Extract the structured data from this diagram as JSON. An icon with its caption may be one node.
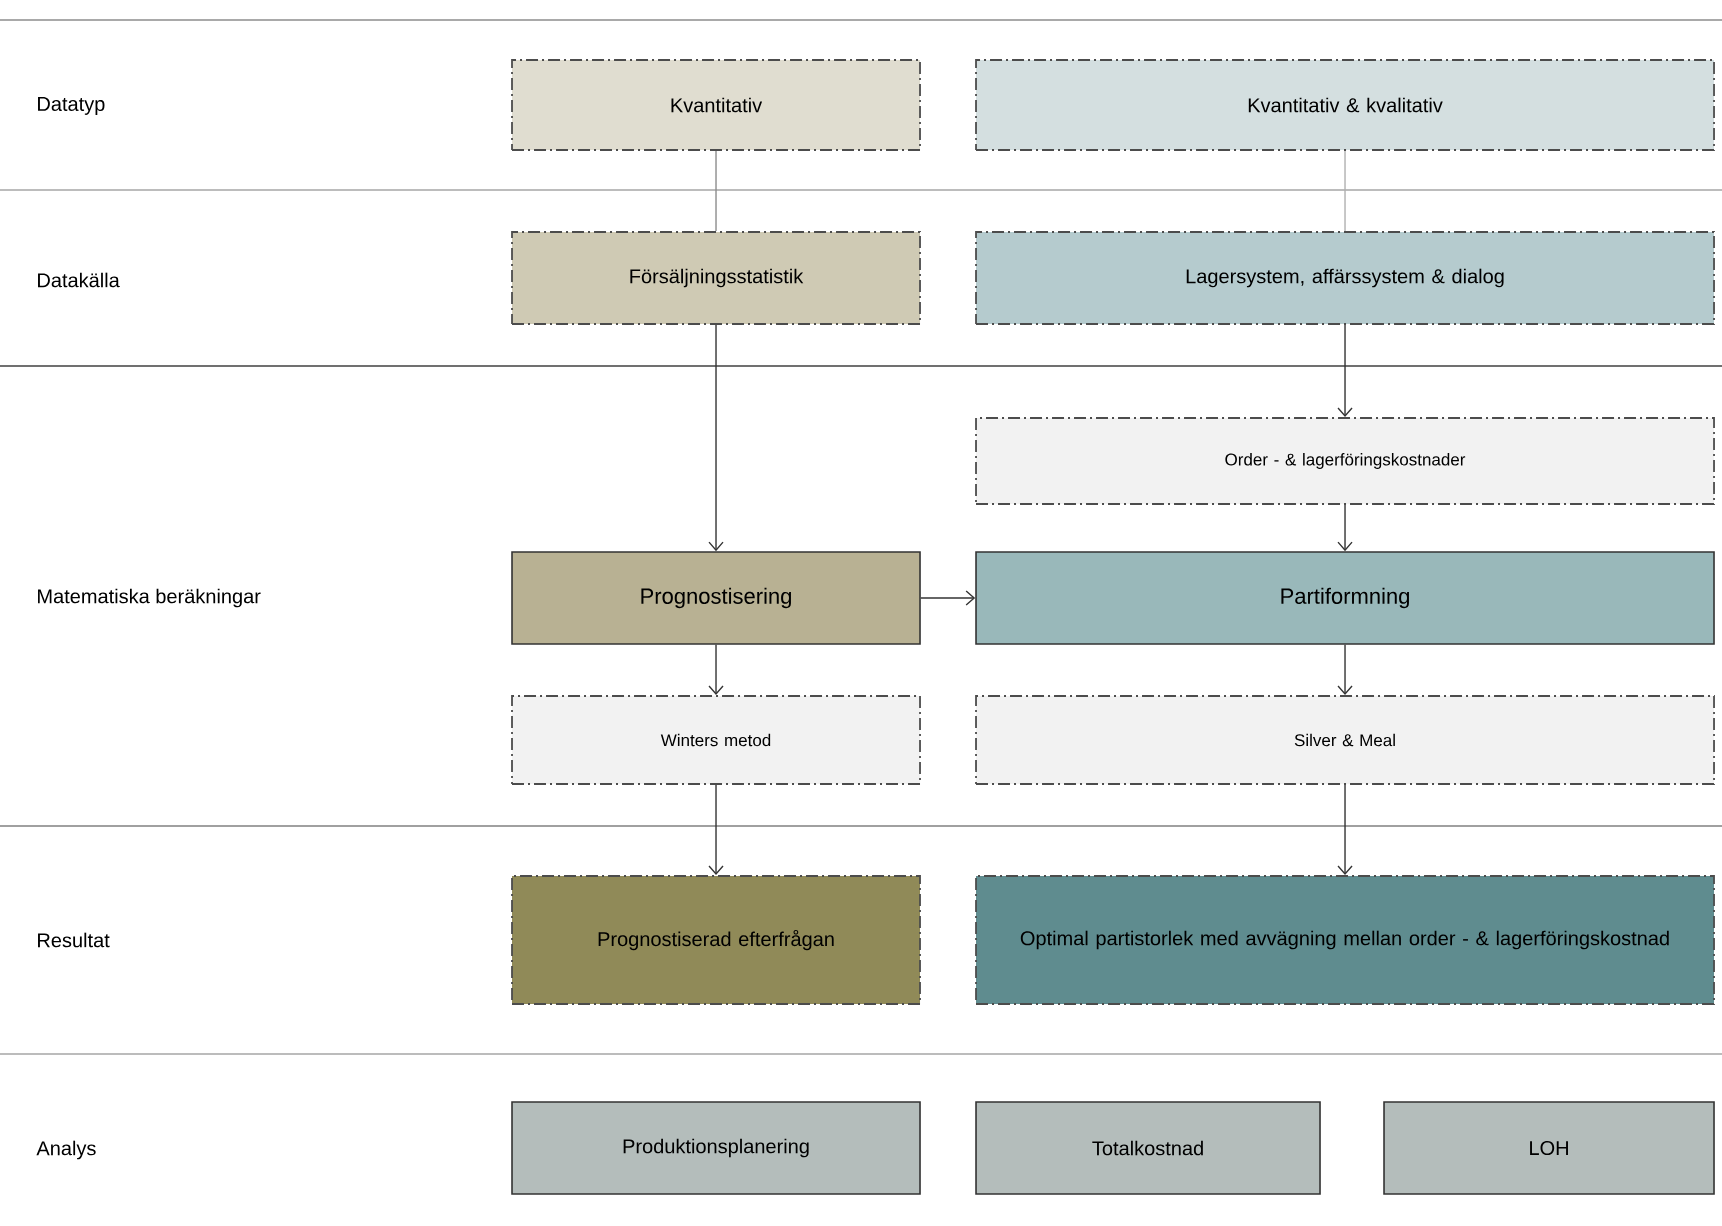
{
  "diagram": {
    "nodes": [
      {
        "text": [
          "Kvantitativ"
        ]
      },
      {
        "text": [
          "Kvantitativ & kvalitativ"
        ]
      },
      {
        "text": [
          "Försäljningsstatistik"
        ]
      },
      {
        "text": [
          "Lagersystem, affärssystem & dialog"
        ]
      },
      {
        "text": [
          "Order - & lagerföringskostnader"
        ]
      },
      {
        "text": [
          "Prognostisering"
        ]
      },
      {
        "text": [
          "Partiformning"
        ]
      },
      {
        "text": [
          "Winters metod"
        ]
      },
      {
        "text": [
          "Silver & Meal"
        ]
      },
      {
        "text": [
          "Prognostiserad efterfrågan"
        ]
      },
      {
        "text": [
          "Optimal partistorlek med avvägning mellan order - & lagerföringskostnad"
        ]
      },
      {
        "text": [
          "Produktionsplanering"
        ]
      },
      {
        "text": [
          "Totalkostnad"
        ]
      },
      {
        "text": [
          "LOH"
        ]
      }
    ],
    "edges": [
      {
        "from": 0,
        "to": 2,
        "arrow": "none",
        "color": "#8c8c8c"
      },
      {
        "from": 1,
        "to": 3,
        "arrow": "none",
        "color": "#b0b0b0"
      },
      {
        "from": 2,
        "to": 5,
        "arrow": "to"
      },
      {
        "from": 3,
        "to": 4,
        "arrow": "to"
      },
      {
        "from": 4,
        "to": 6,
        "arrow": "to"
      },
      {
        "from": 5,
        "to": 6,
        "arrow": "to"
      },
      {
        "from": 5,
        "to": 7,
        "arrow": "to"
      },
      {
        "from": 6,
        "to": 8,
        "arrow": "to"
      },
      {
        "from": 7,
        "to": 9,
        "arrow": "to"
      },
      {
        "from": 8,
        "to": 10,
        "arrow": "to"
      }
    ],
    "labels": [
      "Datatyp",
      "Datakälla",
      "Matematiska beräkningar",
      "Resultat",
      "Analys"
    ]
  }
}
